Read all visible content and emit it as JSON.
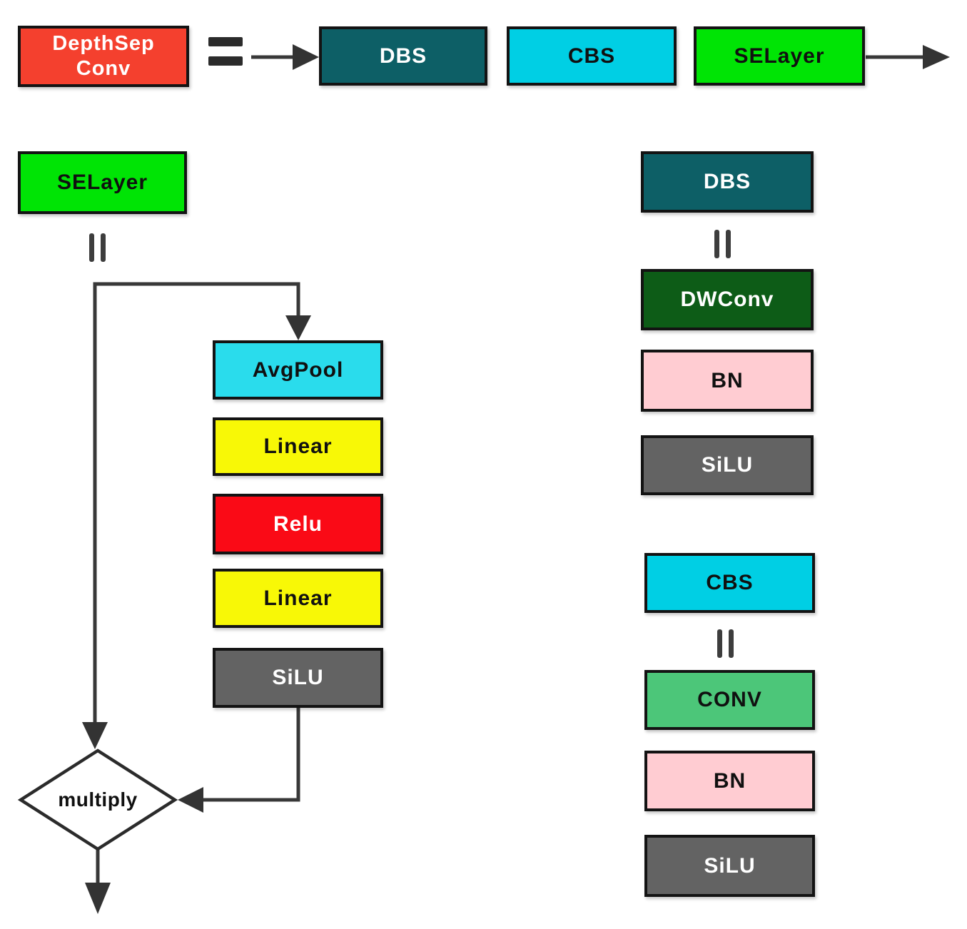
{
  "diagram": {
    "title_block": {
      "label_line1": "DepthSep",
      "label_line2": "Conv"
    },
    "equals_symbol": "=",
    "equivalence_symbol": "‖",
    "top_sequence": [
      {
        "label": "DBS"
      },
      {
        "label": "CBS"
      },
      {
        "label": "SELayer"
      }
    ],
    "selayer_expansion": {
      "header": "SELayer",
      "steps": [
        {
          "label": "AvgPool"
        },
        {
          "label": "Linear"
        },
        {
          "label": "Relu"
        },
        {
          "label": "Linear"
        },
        {
          "label": "SiLU"
        }
      ],
      "merge_node": "multiply"
    },
    "dbs_expansion": {
      "header": "DBS",
      "steps": [
        {
          "label": "DWConv"
        },
        {
          "label": "BN"
        },
        {
          "label": "SiLU"
        }
      ]
    },
    "cbs_expansion": {
      "header": "CBS",
      "steps": [
        {
          "label": "CONV"
        },
        {
          "label": "BN"
        },
        {
          "label": "SiLU"
        }
      ]
    },
    "colors": {
      "depthsep_red": "#f4402e",
      "relu_red": "#fa0a16",
      "dark_teal": "#0d5f66",
      "cyan": "#00cfe4",
      "cyan_light": "#2adcec",
      "bright_green": "#00e405",
      "dark_green": "#0d5c17",
      "medium_green": "#4cc679",
      "pink": "#ffccd2",
      "gray": "#636363",
      "yellow": "#f8f806",
      "line": "#383838"
    }
  }
}
